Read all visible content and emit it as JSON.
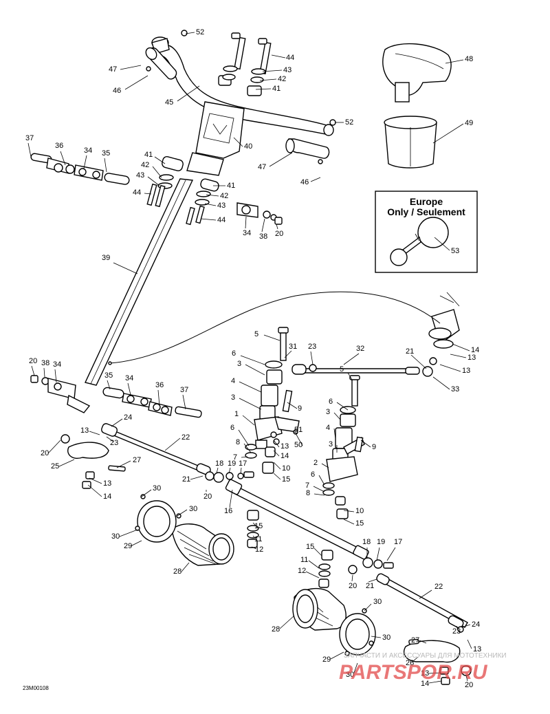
{
  "inset": {
    "title_line1": "Europe",
    "title_line2": "Only / Seulement"
  },
  "diagram_code": "23M00108",
  "watermark": {
    "line1": "ЗАПЧАСТИ И АКСЕССУАРЫ ДЛЯ МОТОТЕХНИКИ",
    "line2": "PARTSPOR.RU"
  },
  "callouts": [
    {
      "n": "52"
    },
    {
      "n": "44"
    },
    {
      "n": "43"
    },
    {
      "n": "42"
    },
    {
      "n": "41"
    },
    {
      "n": "47"
    },
    {
      "n": "46"
    },
    {
      "n": "45"
    },
    {
      "n": "52"
    },
    {
      "n": "40"
    },
    {
      "n": "47"
    },
    {
      "n": "46"
    },
    {
      "n": "48"
    },
    {
      "n": "49"
    },
    {
      "n": "37"
    },
    {
      "n": "36"
    },
    {
      "n": "34"
    },
    {
      "n": "35"
    },
    {
      "n": "41"
    },
    {
      "n": "42"
    },
    {
      "n": "43"
    },
    {
      "n": "44"
    },
    {
      "n": "41"
    },
    {
      "n": "42"
    },
    {
      "n": "43"
    },
    {
      "n": "44"
    },
    {
      "n": "34"
    },
    {
      "n": "38"
    },
    {
      "n": "20"
    },
    {
      "n": "53"
    },
    {
      "n": "39"
    },
    {
      "n": "5"
    },
    {
      "n": "31"
    },
    {
      "n": "23"
    },
    {
      "n": "32"
    },
    {
      "n": "21"
    },
    {
      "n": "14"
    },
    {
      "n": "13"
    },
    {
      "n": "13"
    },
    {
      "n": "33"
    },
    {
      "n": "6"
    },
    {
      "n": "3"
    },
    {
      "n": "4"
    },
    {
      "n": "3"
    },
    {
      "n": "9"
    },
    {
      "n": "1"
    },
    {
      "n": "6"
    },
    {
      "n": "8"
    },
    {
      "n": "7"
    },
    {
      "n": "51"
    },
    {
      "n": "50"
    },
    {
      "n": "13"
    },
    {
      "n": "14"
    },
    {
      "n": "10"
    },
    {
      "n": "15"
    },
    {
      "n": "5"
    },
    {
      "n": "6"
    },
    {
      "n": "3"
    },
    {
      "n": "4"
    },
    {
      "n": "9"
    },
    {
      "n": "3"
    },
    {
      "n": "2"
    },
    {
      "n": "6"
    },
    {
      "n": "7"
    },
    {
      "n": "8"
    },
    {
      "n": "10"
    },
    {
      "n": "15"
    },
    {
      "n": "20"
    },
    {
      "n": "38"
    },
    {
      "n": "34"
    },
    {
      "n": "35"
    },
    {
      "n": "34"
    },
    {
      "n": "36"
    },
    {
      "n": "37"
    },
    {
      "n": "24"
    },
    {
      "n": "13"
    },
    {
      "n": "23"
    },
    {
      "n": "22"
    },
    {
      "n": "20"
    },
    {
      "n": "25"
    },
    {
      "n": "27"
    },
    {
      "n": "13"
    },
    {
      "n": "14"
    },
    {
      "n": "18"
    },
    {
      "n": "19"
    },
    {
      "n": "17"
    },
    {
      "n": "21"
    },
    {
      "n": "20"
    },
    {
      "n": "16"
    },
    {
      "n": "30"
    },
    {
      "n": "30"
    },
    {
      "n": "30"
    },
    {
      "n": "29"
    },
    {
      "n": "28"
    },
    {
      "n": "15"
    },
    {
      "n": "11"
    },
    {
      "n": "12"
    },
    {
      "n": "18"
    },
    {
      "n": "19"
    },
    {
      "n": "17"
    },
    {
      "n": "15"
    },
    {
      "n": "11"
    },
    {
      "n": "12"
    },
    {
      "n": "20"
    },
    {
      "n": "21"
    },
    {
      "n": "22"
    },
    {
      "n": "30"
    },
    {
      "n": "28"
    },
    {
      "n": "30"
    },
    {
      "n": "29"
    },
    {
      "n": "27"
    },
    {
      "n": "24"
    },
    {
      "n": "23"
    },
    {
      "n": "13"
    },
    {
      "n": "30"
    },
    {
      "n": "26"
    },
    {
      "n": "13"
    },
    {
      "n": "20"
    },
    {
      "n": "14"
    }
  ]
}
